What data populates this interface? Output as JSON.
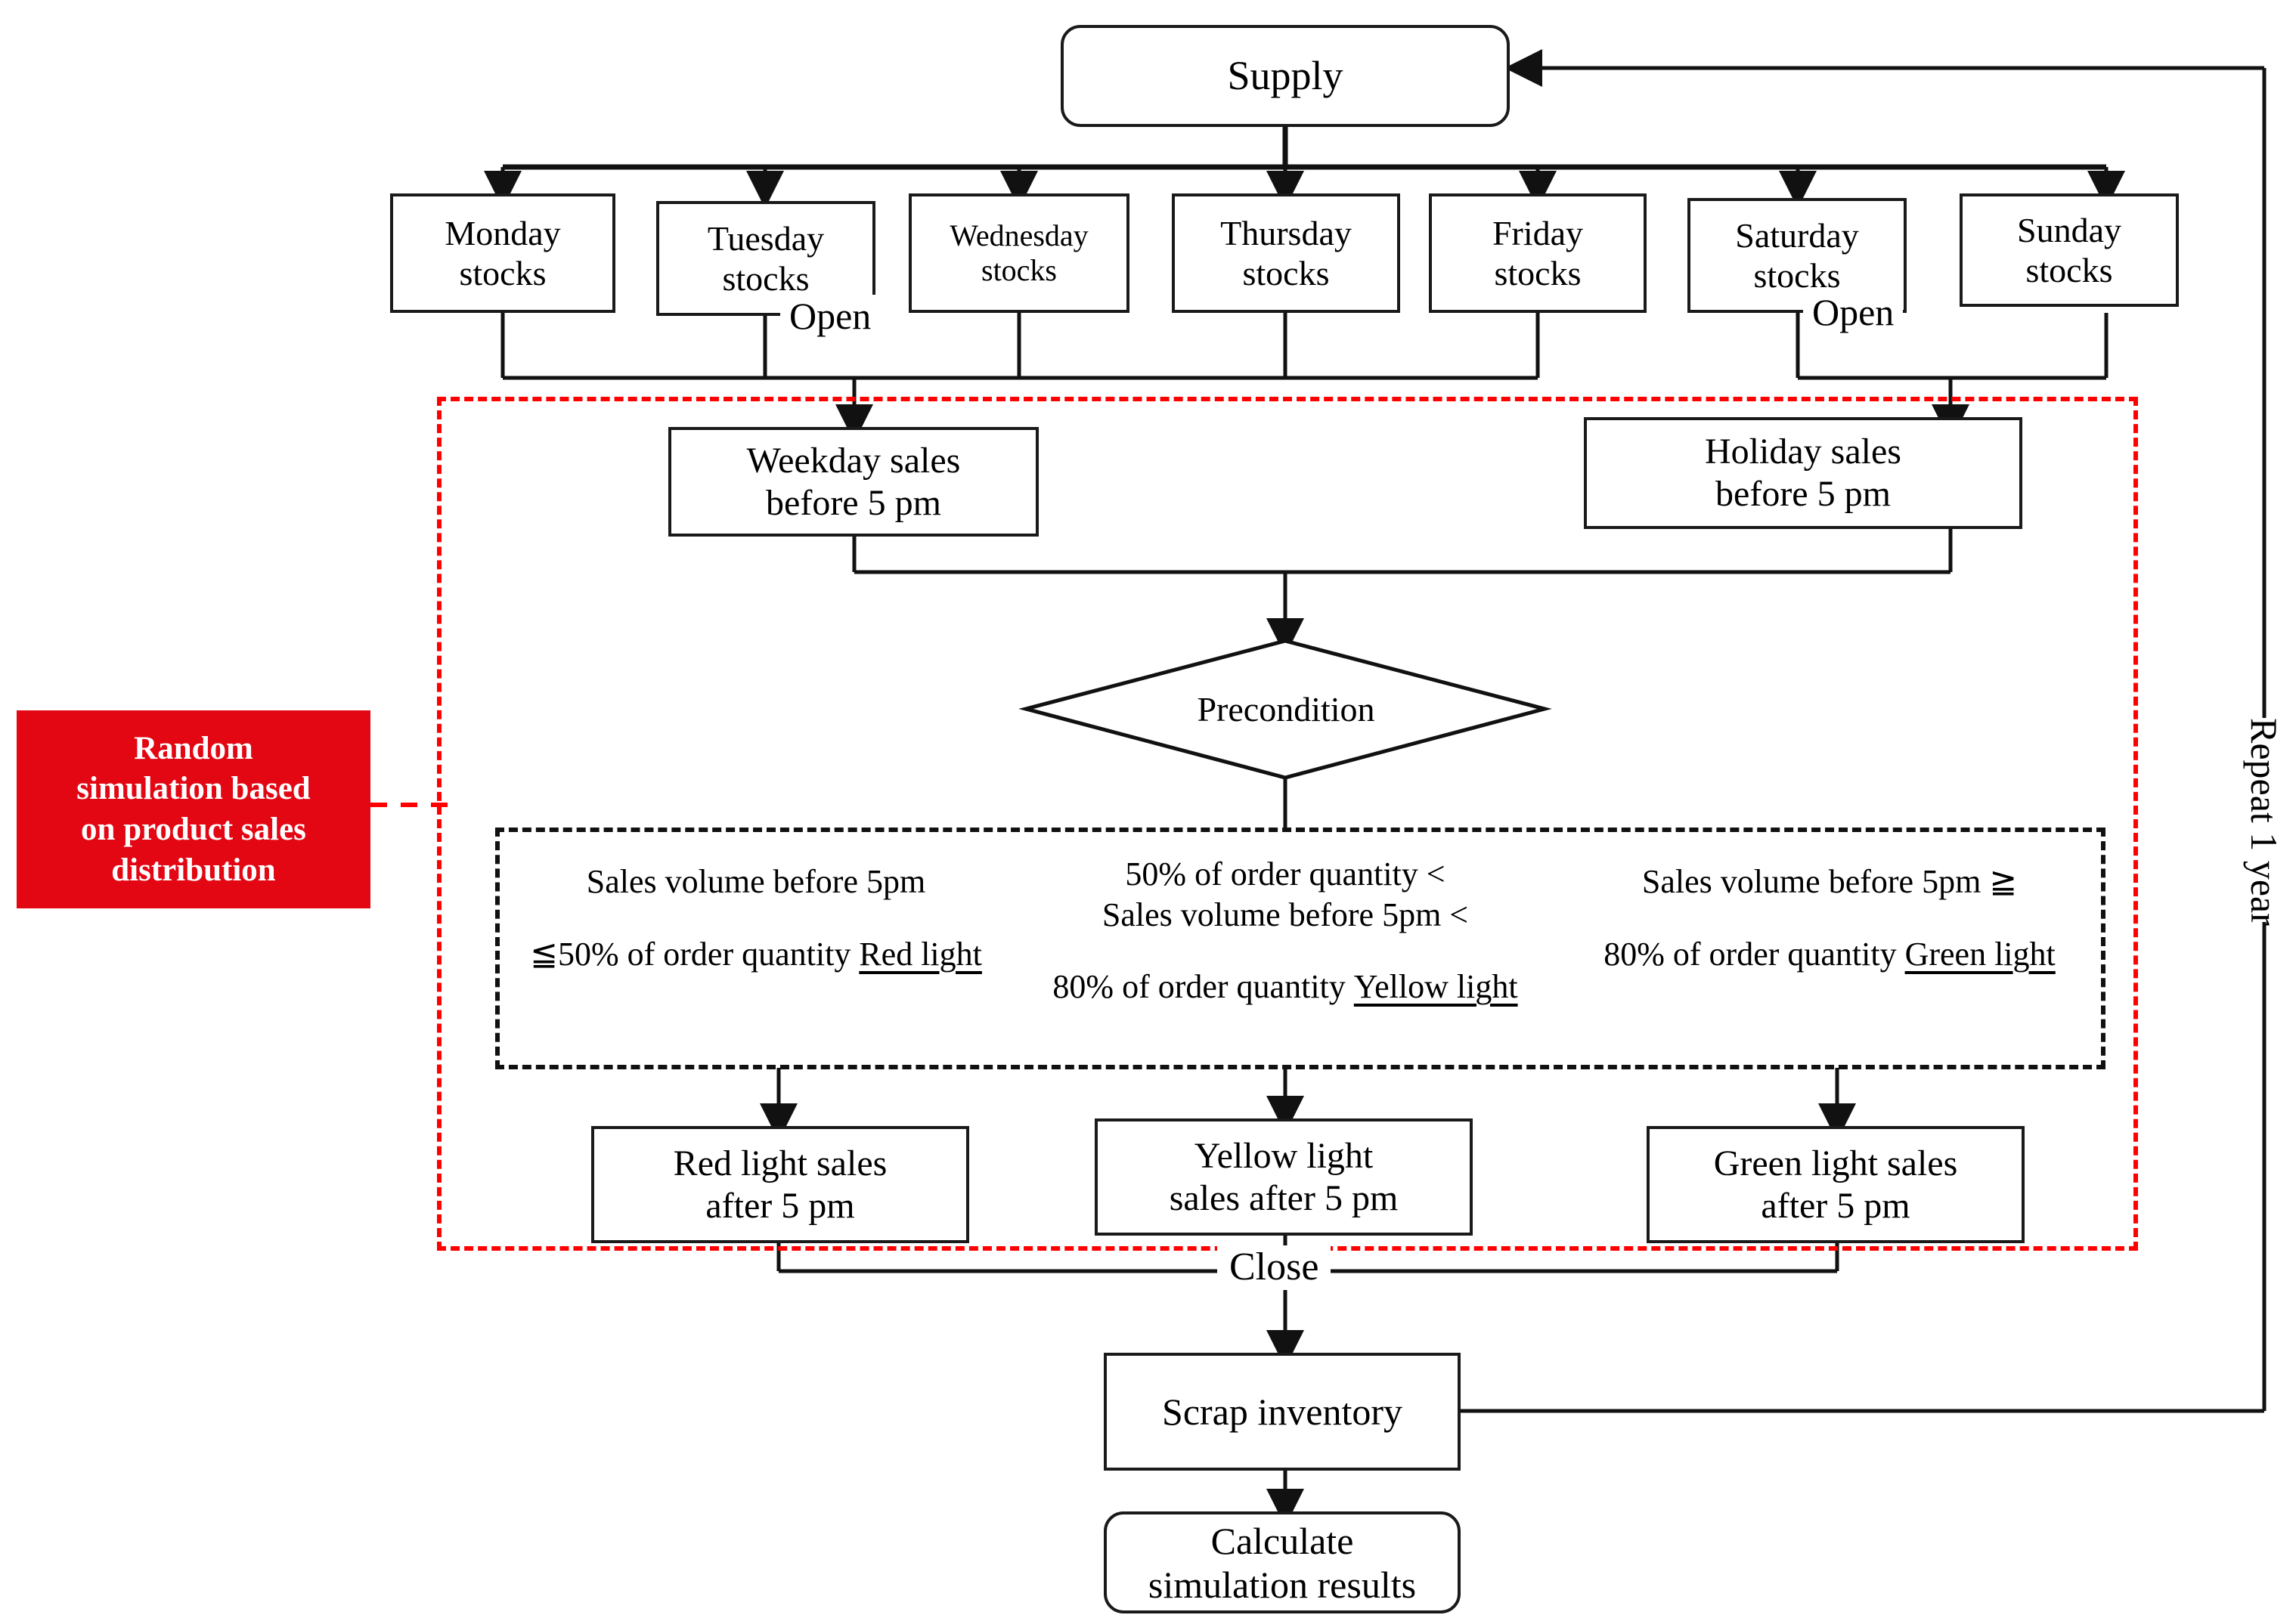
{
  "diagram": {
    "title_node": {
      "label": "Supply"
    },
    "day_stocks": [
      {
        "label": "Monday\nstocks"
      },
      {
        "label": "Tuesday\nstocks"
      },
      {
        "label": "Wednesday\nstocks"
      },
      {
        "label": "Thursday\nstocks"
      },
      {
        "label": "Friday\nstocks"
      },
      {
        "label": "Saturday\nstocks"
      },
      {
        "label": "Sunday\nstocks"
      }
    ],
    "edge_labels": {
      "open_weekday": "Open",
      "open_holiday": "Open",
      "close": "Close",
      "repeat": "Repeat 1 year"
    },
    "sales_before": {
      "weekday": "Weekday sales\nbefore 5 pm",
      "holiday": "Holiday sales\nbefore 5 pm"
    },
    "decision": {
      "label": "Precondition"
    },
    "conditions": [
      {
        "rule": "Sales volume before 5pm\n≦50% of order quantity",
        "light": "Red light"
      },
      {
        "rule": "50% of order quantity <\nSales volume before 5pm <\n80% of order quantity",
        "light": "Yellow light"
      },
      {
        "rule": "Sales volume before 5pm ≧\n80% of order quantity",
        "light": "Green light"
      }
    ],
    "sales_after": [
      {
        "label": "Red light sales\nafter 5 pm"
      },
      {
        "label": "Yellow light\nsales after 5 pm"
      },
      {
        "label": "Green light sales\nafter 5 pm"
      }
    ],
    "scrap": {
      "label": "Scrap inventory"
    },
    "results": {
      "label": "Calculate\nsimulation results"
    },
    "annotation": {
      "label": "Random\nsimulation based\non product sales\ndistribution",
      "color": "#E30613",
      "text_color": "#FFFFFF"
    },
    "groups": {
      "red_dashed_color": "#FF0000",
      "black_dashed_color": "#111111"
    }
  }
}
